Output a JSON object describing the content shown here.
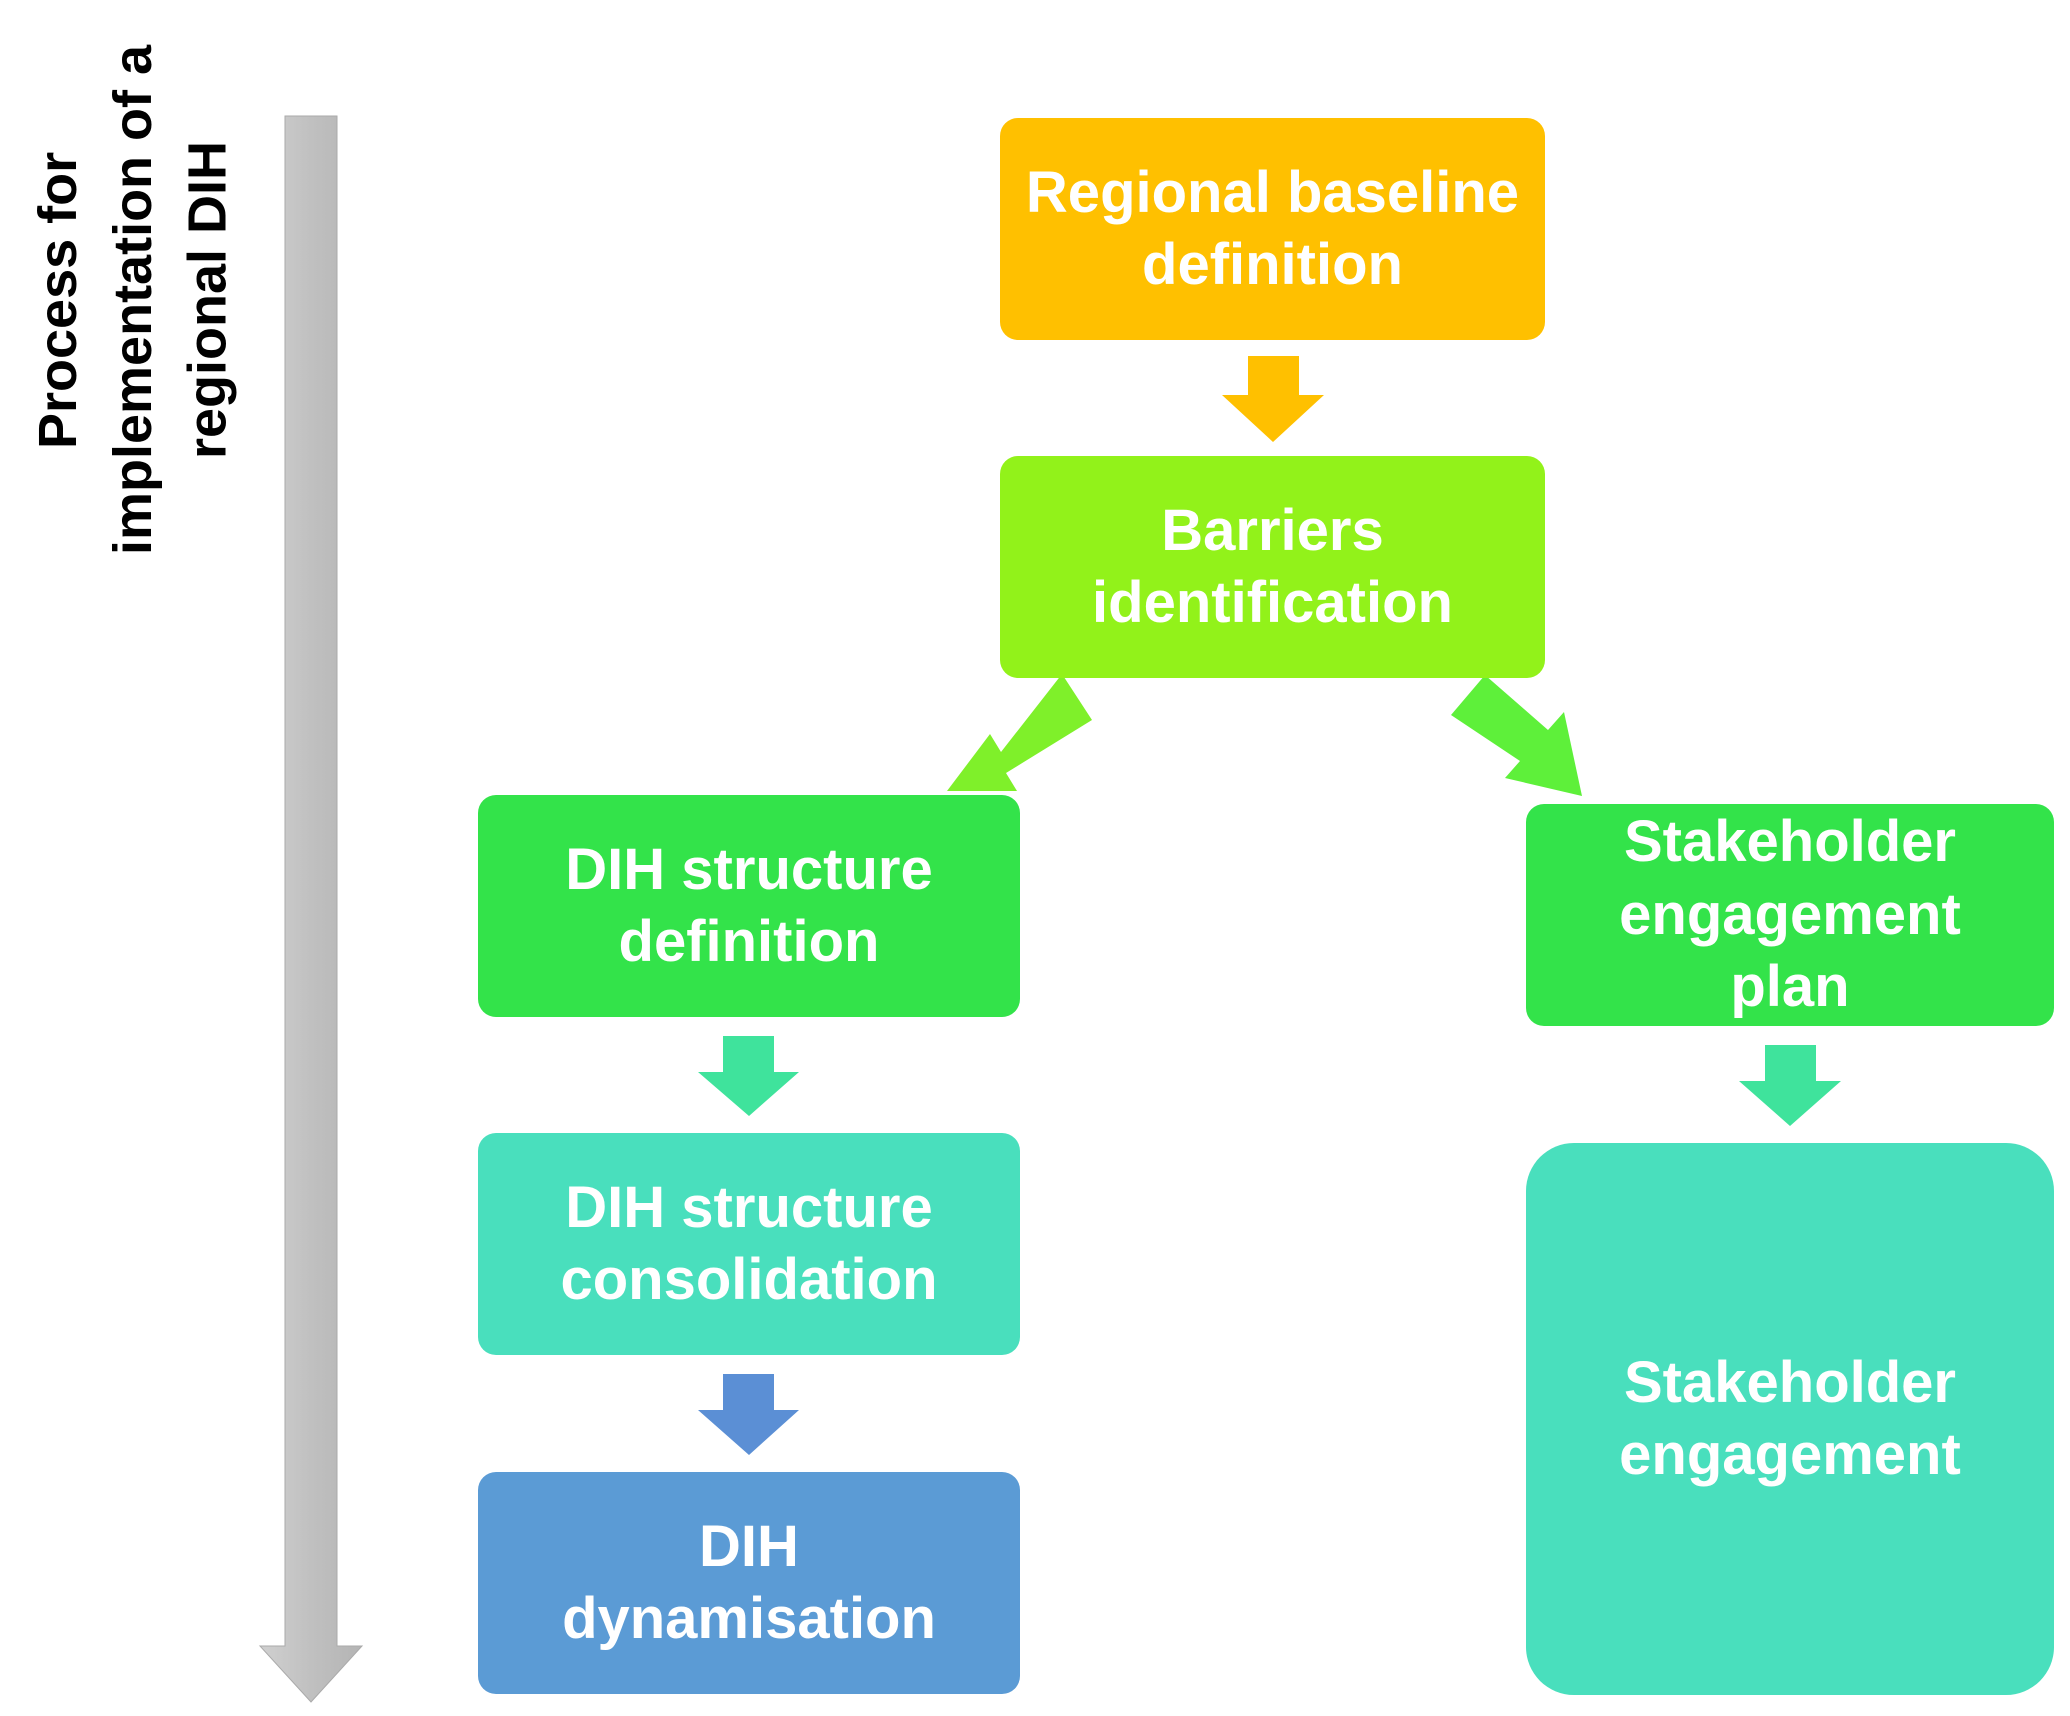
{
  "axis_label": "Process for implementation of a regional DIH",
  "colors": {
    "baseline": "#ffc000",
    "barriers": "#92f21a",
    "structure_definition": "#33e34a",
    "consolidation": "#49dfbd",
    "dynamisation": "#5b9bd5",
    "axis_arrow": "#bfbfbf"
  },
  "steps": {
    "baseline": "Regional baseline definition",
    "barriers": "Barriers identification",
    "structure_definition": "DIH structure definition",
    "stakeholder_plan": "Stakeholder engagement plan",
    "consolidation": "DIH structure consolidation",
    "stakeholder_engagement": "Stakeholder engagement",
    "dynamisation": "DIH dynamisation"
  }
}
